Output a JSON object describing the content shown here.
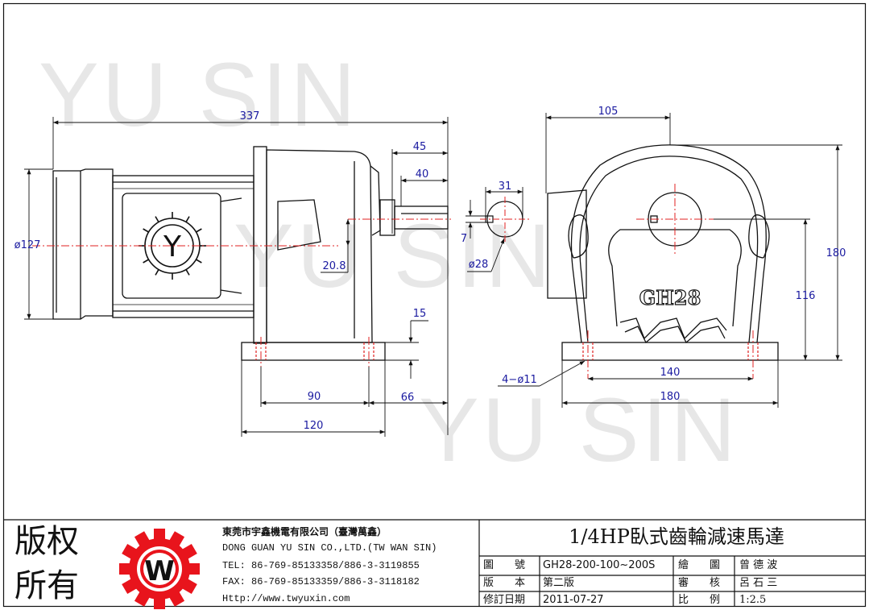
{
  "watermark": {
    "text": "YU SIN",
    "color": "#e7e7e7"
  },
  "colors": {
    "outline": "#111111",
    "dimension": "#1a1aa0",
    "centerline": "#e02020",
    "logo": "#e8141c"
  },
  "dimensions": {
    "overall_length": "337",
    "shaft_length": "45",
    "key_length": "40",
    "key_section_height": "31",
    "key_width": "7",
    "shaft_dia": "ø28",
    "motor_dia": "ø127",
    "center_offset": "20.8",
    "base_height": "15",
    "base_hole_spacing_side": "90",
    "shaft_to_hole": "66",
    "base_length_side": "120",
    "front_width": "105",
    "overall_height": "180",
    "center_height": "116",
    "mount_holes": "4−ø11",
    "front_hole_spacing": "140",
    "front_base_width": "180"
  },
  "gearbox_label": "GH28",
  "motor_emblem": "Y",
  "title_block": {
    "copyright_line1": "版权",
    "copyright_line2": "所有",
    "logo_letter": "W",
    "company_cn": "東莞市宇鑫機電有限公司（臺灣萬鑫）",
    "company_en": "DONG GUAN YU SIN CO.,LTD.(TW WAN SIN)",
    "tel": "TEL: 86-769-85133358/886-3-3119855",
    "fax": "FAX: 86-769-85133359/886-3-3118182",
    "website": "Http://www.twyuxin.com",
    "drawing_title": "1/4HP臥式齒輪減速馬達",
    "rows": [
      {
        "label": "圖　　號",
        "value": "GH28-200-100~200S",
        "label2": "繪　　圖",
        "value2": "曾 德 波"
      },
      {
        "label": "版　　本",
        "value": "第二版",
        "label2": "審　　核",
        "value2": "呂 石 三"
      },
      {
        "label": "修訂日期",
        "value": "2011-07-27",
        "label2": "比　　例",
        "value2": "1:2.5"
      }
    ]
  }
}
